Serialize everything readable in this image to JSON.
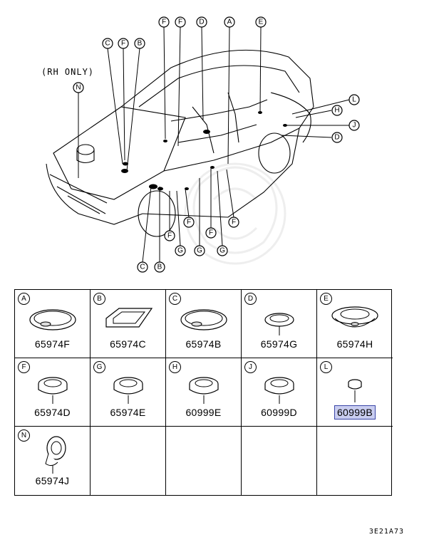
{
  "diagram": {
    "rh_note": "(RH ONLY)",
    "top_callouts": [
      "C",
      "F",
      "B",
      "F",
      "F",
      "D",
      "A",
      "E"
    ],
    "side_callouts": [
      "N",
      "L",
      "H",
      "J",
      "D"
    ],
    "bottom_callouts": [
      "C",
      "B",
      "F",
      "G",
      "F",
      "G",
      "F",
      "G",
      "F"
    ]
  },
  "parts": [
    {
      "letter": "A",
      "part_no": "65974F",
      "highlight": false,
      "icon": "round-wide-grommet-icon"
    },
    {
      "letter": "B",
      "part_no": "65974C",
      "highlight": false,
      "icon": "rect-grommet-icon"
    },
    {
      "letter": "C",
      "part_no": "65974B",
      "highlight": false,
      "icon": "round-wide-grommet-icon"
    },
    {
      "letter": "D",
      "part_no": "65974G",
      "highlight": false,
      "icon": "round-small-grommet-icon"
    },
    {
      "letter": "E",
      "part_no": "65974H",
      "highlight": false,
      "icon": "round-cup-grommet-icon"
    },
    {
      "letter": "F",
      "part_no": "65974D",
      "highlight": false,
      "icon": "round-plug-grommet-icon"
    },
    {
      "letter": "G",
      "part_no": "65974E",
      "highlight": false,
      "icon": "round-plug-grommet-icon"
    },
    {
      "letter": "H",
      "part_no": "60999E",
      "highlight": false,
      "icon": "round-plug-grommet-icon"
    },
    {
      "letter": "J",
      "part_no": "60999D",
      "highlight": false,
      "icon": "round-plug-grommet-icon"
    },
    {
      "letter": "L",
      "part_no": "60999B",
      "highlight": true,
      "icon": "small-plug-grommet-icon"
    },
    {
      "letter": "N",
      "part_no": "65974J",
      "highlight": false,
      "icon": "angled-grommet-icon"
    }
  ],
  "footer_code": "3E21A73",
  "colors": {
    "highlight_fill": "#c9cdf0",
    "highlight_border": "#3a46a8"
  }
}
